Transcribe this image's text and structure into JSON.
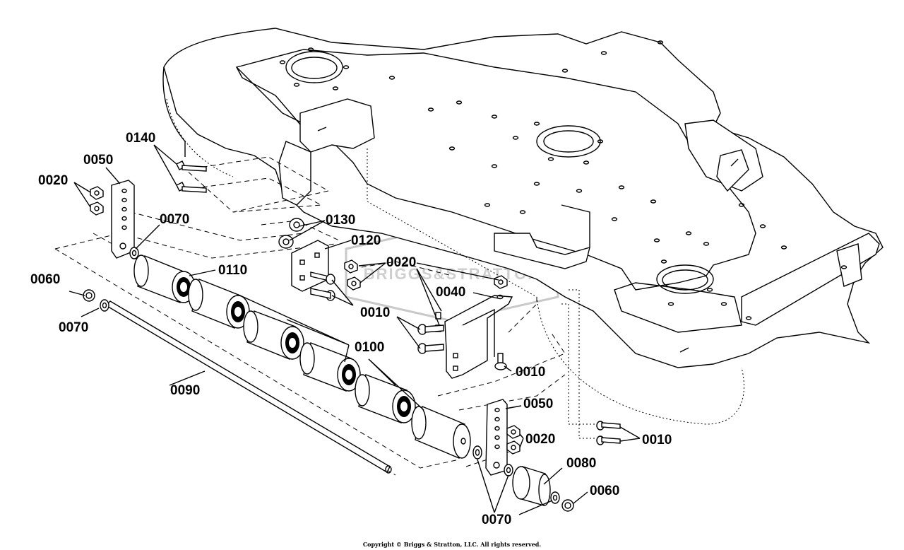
{
  "watermark_text": "BRIGGS&STRATTON",
  "copyright": "Copyright © Briggs & Stratton, LLC. All rights reserved.",
  "callouts": [
    {
      "id": "c1",
      "text": "0140"
    },
    {
      "id": "c2",
      "text": "0050"
    },
    {
      "id": "c3",
      "text": "0020"
    },
    {
      "id": "c4",
      "text": "0070"
    },
    {
      "id": "c5",
      "text": "0130"
    },
    {
      "id": "c6",
      "text": "0120"
    },
    {
      "id": "c7",
      "text": "0110"
    },
    {
      "id": "c8",
      "text": "0020"
    },
    {
      "id": "c9",
      "text": "0060"
    },
    {
      "id": "c10",
      "text": "0070"
    },
    {
      "id": "c11",
      "text": "0040"
    },
    {
      "id": "c12",
      "text": "0010"
    },
    {
      "id": "c13",
      "text": "0010"
    },
    {
      "id": "c14",
      "text": "0100"
    },
    {
      "id": "c15",
      "text": "0090"
    },
    {
      "id": "c16",
      "text": "0050"
    },
    {
      "id": "c17",
      "text": "0020"
    },
    {
      "id": "c18",
      "text": "0010"
    },
    {
      "id": "c19",
      "text": "0080"
    },
    {
      "id": "c20",
      "text": "0060"
    },
    {
      "id": "c21",
      "text": "0070"
    }
  ]
}
